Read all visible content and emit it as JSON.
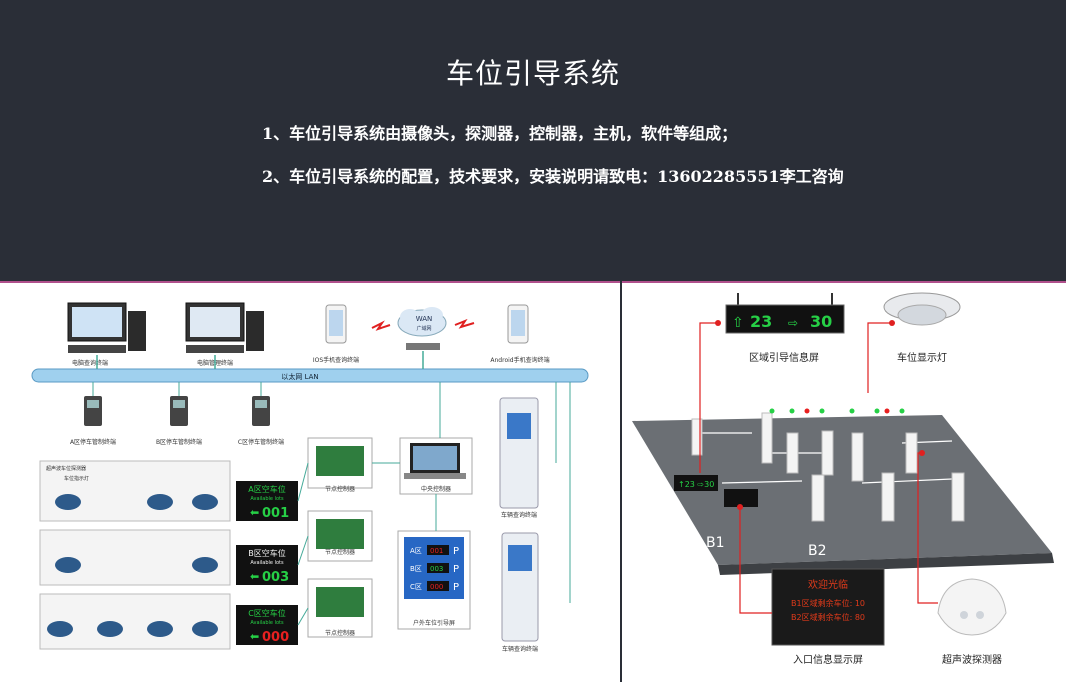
{
  "header": {
    "title": "车位引导系统",
    "line1": "1、车位引导系统由摄像头，探测器，控制器，主机，软件等组成；",
    "line2": "2、车位引导系统的配置，技术要求，安装说明请致电：13602285551李工咨询"
  },
  "left_diagram": {
    "pc1_label": "电脑查询终端",
    "pc2_label": "电脑管理终端",
    "ios_label": "IOS手机查询终端",
    "wan_label": "WAN",
    "wan_sub": "广域网",
    "android_label": "Android手机查询终端",
    "lan_label": "以太网 LAN",
    "terminal_a": "A区停车管制终端",
    "terminal_b": "B区停车管制终端",
    "terminal_c": "C区停车管制终端",
    "sensor_label": "超声波车位探测器",
    "light_label": "车位指示灯",
    "display_a": {
      "title": "A区空车位",
      "sub": "Available lots",
      "count": "001"
    },
    "display_b": {
      "title": "B区空车位",
      "sub": "Available lots",
      "count": "003"
    },
    "display_c": {
      "title": "C区空车位",
      "sub": "Available lots",
      "count": "000"
    },
    "node_controller": "节点控制器",
    "central_controller": "中央控制器",
    "kiosk1_label": "车辆查询终端",
    "kiosk2_label": "车辆查询终端",
    "outdoor_label": "户外车位引导屏",
    "outdoor_rows": [
      {
        "zone": "A区",
        "count": "001",
        "p": "P"
      },
      {
        "zone": "B区",
        "count": "003",
        "p": "P"
      },
      {
        "zone": "C区",
        "count": "000",
        "p": "P"
      }
    ]
  },
  "right_diagram": {
    "sign_left": "23",
    "sign_right": "30",
    "sign_label": "区域引导信息屏",
    "light_label": "车位显示灯",
    "entrance_title": "欢迎光临",
    "entrance_line1": "B1区域剩余车位: 10",
    "entrance_line2": "B2区域剩余车位: 80",
    "entrance_label": "入口信息显示屏",
    "detector_label": "超声波探测器",
    "floor_b1": "B1",
    "floor_b2": "B2"
  }
}
